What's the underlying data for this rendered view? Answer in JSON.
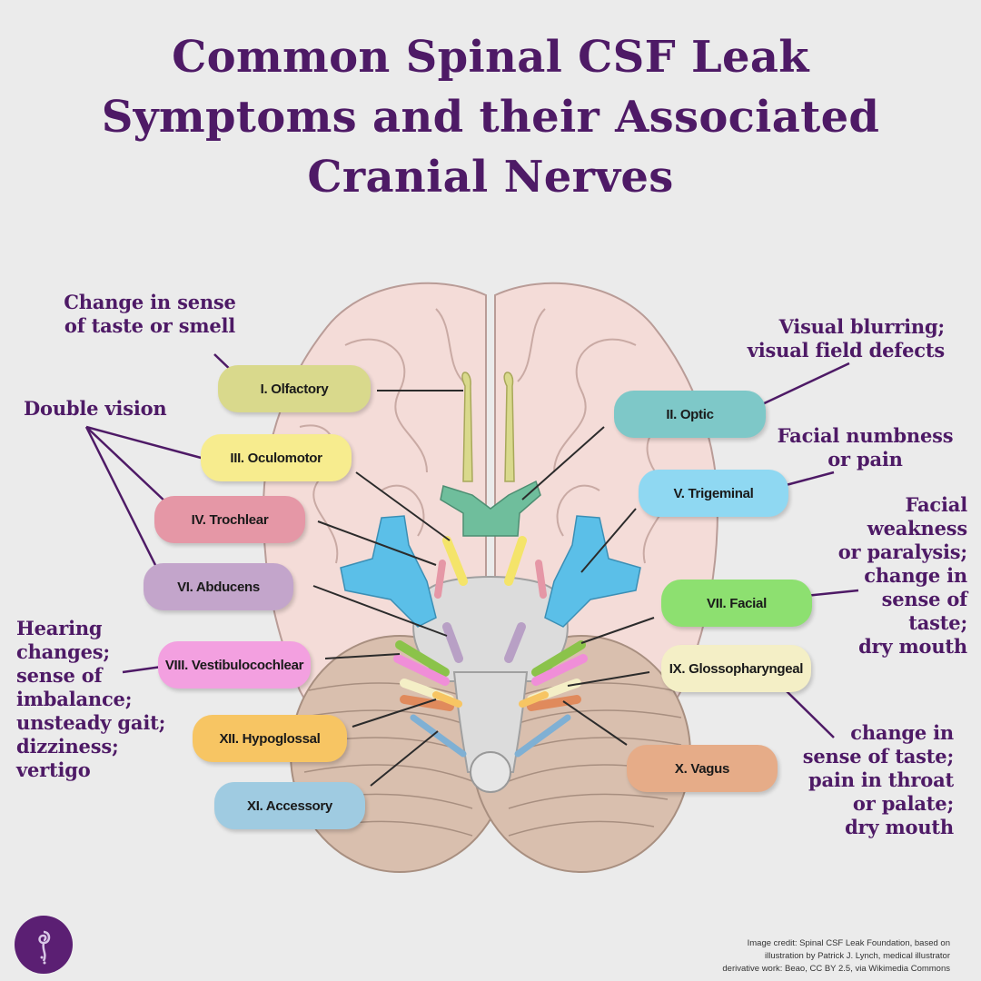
{
  "title": {
    "line1": "Common Spinal CSF Leak",
    "line2": "Symptoms and their Associated",
    "line3": "Cranial Nerves"
  },
  "nerves": [
    {
      "label": "I. Olfactory",
      "color": "#d9d98c"
    },
    {
      "label": "II. Optic",
      "color": "#7ec8c8"
    },
    {
      "label": "III. Oculomotor",
      "color": "#f7ec8e"
    },
    {
      "label": "IV. Trochlear",
      "color": "#e597a6"
    },
    {
      "label": "V. Trigeminal",
      "color": "#8fd8f2"
    },
    {
      "label": "VI. Abducens",
      "color": "#c3a5cb"
    },
    {
      "label": "VII. Facial",
      "color": "#8de070"
    },
    {
      "label": "VIII. Vestibulocochlear",
      "color": "#f3a0e0"
    },
    {
      "label": "IX. Glossopharyngeal",
      "color": "#f4efc6"
    },
    {
      "label": "X. Vagus",
      "color": "#e6ac88"
    },
    {
      "label": "XI. Accessory",
      "color": "#9fcbe1"
    },
    {
      "label": "XII. Hypoglossal",
      "color": "#f7c563"
    }
  ],
  "symptoms": {
    "taste_smell": {
      "line1": "Change in sense",
      "line2": "of taste or smell"
    },
    "double_vision": {
      "line1": "Double vision"
    },
    "visual": {
      "line1": "Visual blurring;",
      "line2": "visual field defects"
    },
    "facial_numbness": {
      "line1": "Facial numbness",
      "line2": "or pain"
    },
    "facial_weakness": {
      "line1": "Facial",
      "line2": "weakness",
      "line3": "or paralysis;",
      "line4": "change in",
      "line5": "sense of",
      "line6": "taste;",
      "line7": "dry mouth"
    },
    "hearing": {
      "line1": "Hearing",
      "line2": "changes;",
      "line3": "sense of",
      "line4": "imbalance;",
      "line5": "unsteady gait;",
      "line6": "dizziness;",
      "line7": "vertigo"
    },
    "glosso_vagus": {
      "line1": "change in",
      "line2": "sense of taste;",
      "line3": "pain in throat",
      "line4": "or palate;",
      "line5": "dry mouth"
    }
  },
  "credit": {
    "line1": "Image credit: Spinal CSF Leak Foundation, based on",
    "line2": "illustration by Patrick J. Lynch, medical illustrator",
    "line3": "derivative work: Beao, CC BY 2.5, via Wikimedia Commons"
  },
  "colors": {
    "title": "#4e1a66",
    "brain": "#f4dcd8",
    "cerebellum": "#d9bfae",
    "brainstem": "#dcdcdc",
    "leader_line": "#4e1a66",
    "pointer_line": "#2b2b2b"
  }
}
